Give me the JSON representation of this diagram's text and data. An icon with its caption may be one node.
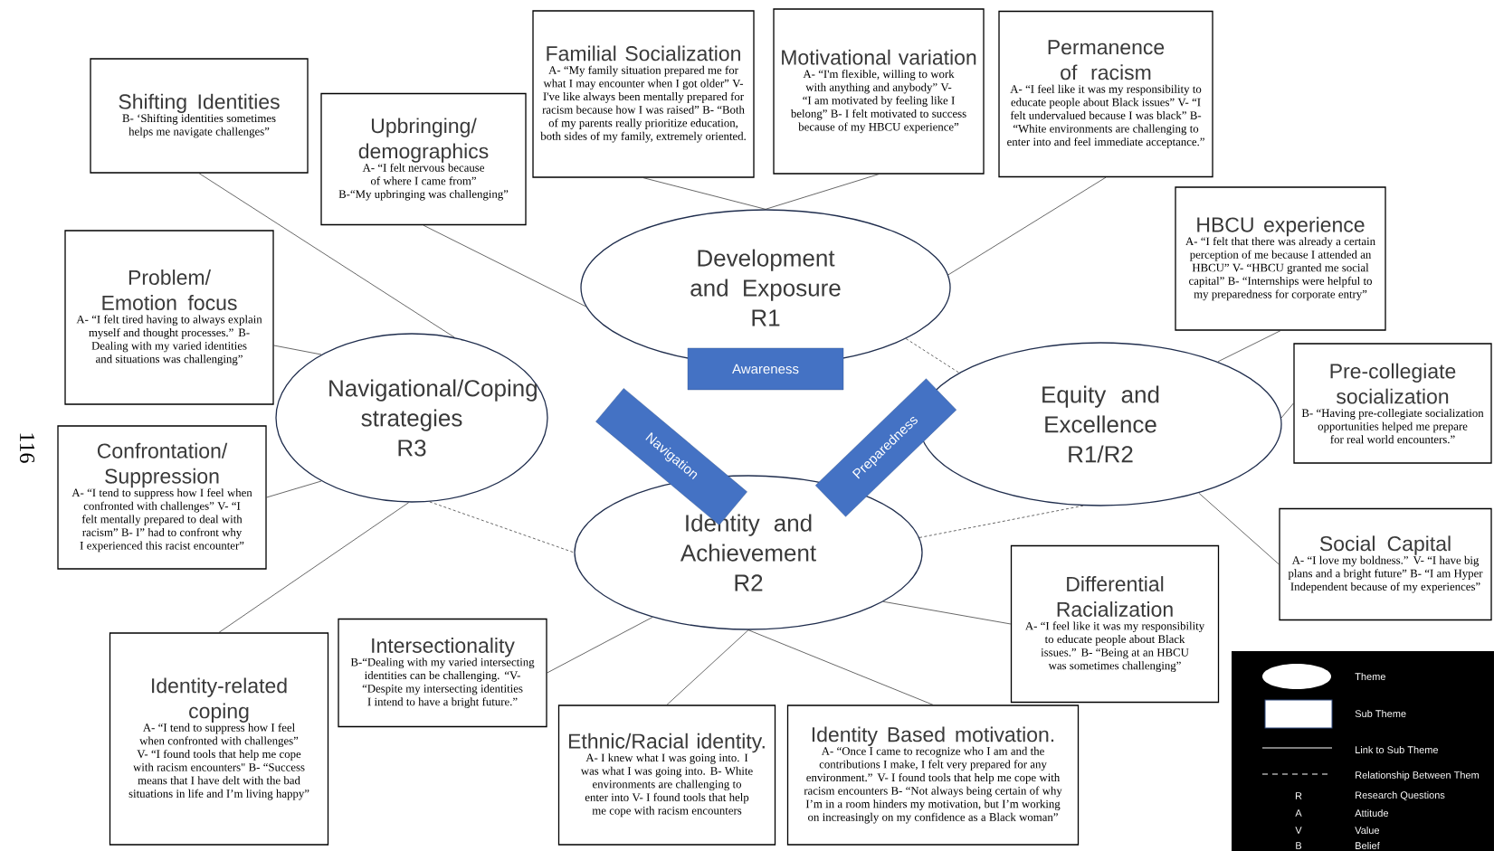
{
  "diagram": {
    "nodes": [
      {
        "text": [
          "Familial Socialization",
          "A- “My family situation prepared me for what I may encounter when I got older” V- I've like always been mentally prepared for racism because how I was raised” B- “Both of my parents really prioritize education, both sides of my family, extremely oriented."
        ]
      },
      {
        "text": [
          "Motivational variation",
          "A- “I'm flexible, willing to work with anything and anybody” V- “I am motivated by feeling like I belong” B- I felt motivated to success because of my HBCU experience”"
        ]
      },
      {
        "text": [
          "Permanence of racism",
          "A- “I feel like it was my responsibility to educate people about Black issues” V- “I felt undervalued because I was black” B- “White environments are challenging to enter into and feel immediate acceptance.”"
        ]
      },
      {
        "text": [
          "Shifting Identities",
          "B- ‘Shifting identities sometimes helps me navigate challenges”"
        ]
      },
      {
        "text": [
          "Upbringing/ demographics",
          "A- “I felt nervous because of where I came from”",
          "B-“My upbringing was challenging”"
        ]
      },
      {
        "text": [
          "HBCU experience",
          "A- “I felt that there was already a certain perception of me because I attended an HBCU” V- “HBCU granted me social capital” B- “Internships were helpful to my preparedness for corporate entry”"
        ]
      },
      {
        "text": [
          "Problem/ Emotion focus",
          "A- “I felt tired having to always explain myself and thought processes.” B- Dealing with my varied identities and situations was challenging”"
        ]
      },
      {
        "text": [
          "Development and Exposure",
          "R1"
        ]
      },
      {
        "text": [
          "Awareness"
        ]
      },
      {
        "text": [
          "Navigational/Coping strategies",
          "R3"
        ]
      },
      {
        "text": [
          "Equity and Excellence",
          "R1/R2"
        ]
      },
      {
        "text": [
          "Pre-collegiate socialization",
          "B- “Having pre-collegiate socialization opportunities helped me prepare for real world encounters.”"
        ]
      },
      {
        "text": [
          "Navigation"
        ]
      },
      {
        "text": [
          "Preparedness"
        ]
      },
      {
        "text": [
          "Confrontation/ Suppression",
          "A- “I tend to suppress how I feel when confronted with challenges” V- “I felt mentally prepared to deal with racism” B- I” had to confront why I experienced this racist encounter”"
        ]
      },
      {
        "text": [
          "Identity and Achievement",
          "R2"
        ]
      },
      {
        "text": [
          "Social Capital",
          "A- “I love my boldness.” V- “I have big plans and a bright future” B- “I am Hyper Independent because of my experiences”"
        ]
      },
      {
        "text": [
          "Differential Racialization",
          "A- “I feel like it was my responsibility to educate people about Black issues.” B- “Being at an HBCU was sometimes challenging”"
        ]
      },
      {
        "text": [
          "Identity-related coping",
          "A- “I tend to suppress how I feel when confronted with challenges” V- “I found tools that help me cope with racism encounters\" B- “Success means that I have delt with the bad situations in life and I’m living happy”"
        ]
      },
      {
        "text": [
          "Intersectionality",
          "B-“Dealing with my varied intersecting identities can be challenging. “V- “Despite my intersecting identities I intend to have a bright future.”"
        ]
      },
      {
        "text": [
          "Ethnic/Racial identity.",
          "A- I knew what I was going into. I was what I was going into. B- White environments are challenging to enter into V- I found tools that help me cope with racism encounters"
        ]
      },
      {
        "text": [
          "Identity Based motivation.",
          "A- “Once I came to recognize who I am and the contributions I make, I felt very prepared for any environment.” V- I found tools that help me cope with racism encounters B- “Not always being certain of why I’m in a room hinders my motivation, but I’m working on increasingly on my confidence as a Black woman”"
        ]
      }
    ],
    "edges": [
      {
        "from": 3,
        "to": 9,
        "arrow": "none"
      },
      {
        "from": 6,
        "to": 9,
        "arrow": "none"
      },
      {
        "from": 14,
        "to": 9,
        "arrow": "none"
      },
      {
        "from": 18,
        "to": 9,
        "arrow": "none"
      },
      {
        "from": 4,
        "to": 7,
        "arrow": "none"
      },
      {
        "from": 0,
        "to": 7,
        "arrow": "none"
      },
      {
        "from": 1,
        "to": 7,
        "arrow": "none"
      },
      {
        "from": 2,
        "to": 7,
        "arrow": "none"
      },
      {
        "from": 5,
        "to": 10,
        "arrow": "none"
      },
      {
        "from": 11,
        "to": 10,
        "arrow": "none"
      },
      {
        "from": 16,
        "to": 10,
        "arrow": "none"
      },
      {
        "from": 17,
        "to": 15,
        "arrow": "none"
      },
      {
        "from": 19,
        "to": 15,
        "arrow": "none"
      },
      {
        "from": 20,
        "to": 15,
        "arrow": "none"
      },
      {
        "from": 21,
        "to": 15,
        "arrow": "none"
      },
      {
        "from": 7,
        "to": 10,
        "arrow": "none",
        "style": "dashed"
      },
      {
        "from": 9,
        "to": 15,
        "arrow": "none",
        "style": "dashed"
      },
      {
        "from": 15,
        "to": 10,
        "arrow": "none",
        "style": "dashed"
      }
    ],
    "labels": [
      "116",
      "R",
      "Research Questions",
      "A",
      "Attitude",
      "V",
      "Value",
      "B",
      "Belief"
    ],
    "legend": [
      {
        "text": "Theme"
      },
      {
        "text": "Sub Theme"
      },
      {
        "text": "Link to Sub Theme"
      },
      {
        "text": "Relationship Between Them"
      }
    ]
  }
}
